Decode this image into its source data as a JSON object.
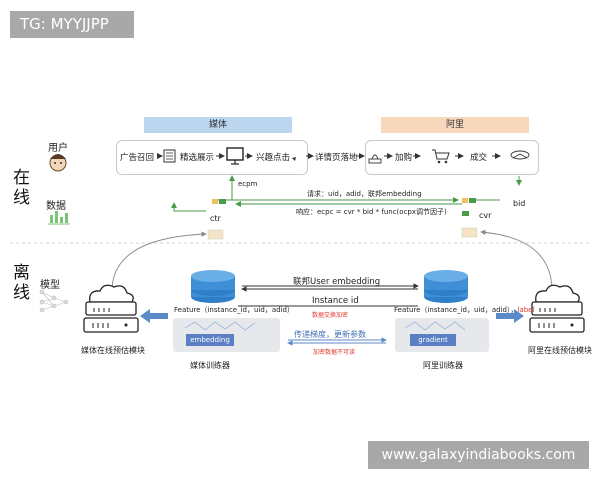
{
  "watermark_top": "TG: MYYJJPP",
  "watermark_bottom": "www.galaxyindiabooks.com",
  "sections": {
    "online": [
      "在",
      "线"
    ],
    "offline": [
      "离",
      "线"
    ]
  },
  "left_labels": {
    "user": "用户",
    "data": "数据",
    "model": "模型"
  },
  "headers": {
    "media": "媒体",
    "ali": "阿里"
  },
  "media_flow": [
    "广告召回",
    "精选展示",
    "兴趣点击"
  ],
  "middle_step": "详情页落地",
  "ali_flow": [
    "加购",
    "成交"
  ],
  "labels": {
    "ecpm": "ecpm",
    "ctr": "ctr",
    "cvr": "cvr",
    "bid": "bid",
    "request": "请求：uid，adid，联邦embedding",
    "response": "响应：ecpc = cvr * bid * func(ocpx调节因子)",
    "fed_embedding": "联邦User embedding",
    "instance_id": "Instance id",
    "feature_left": "Feature（instance_id，uid，adid）",
    "feature_right": "Feature（instance_id，uid，adid），",
    "feature_right_label": "label",
    "encrypt_exchange": "数据交换加密",
    "pass_gradient": "传递梯度，更新参数",
    "encrypt_untrusted": "加密数据不可读",
    "embedding_chip": "embedding",
    "gradient_chip": "gradient",
    "media_trainer": "媒体训练器",
    "ali_trainer": "阿里训练器",
    "media_model": "媒体在线预估模块",
    "ali_model": "阿里在线预估模块"
  },
  "colors": {
    "media_header": "#bcd6f0",
    "ali_header": "#f8d8bd",
    "green_arrow": "#4a9a48",
    "blue_arrow": "#5b8ac8",
    "db_blue": "#3f8fd6",
    "accent_red": "#e33b2e"
  }
}
